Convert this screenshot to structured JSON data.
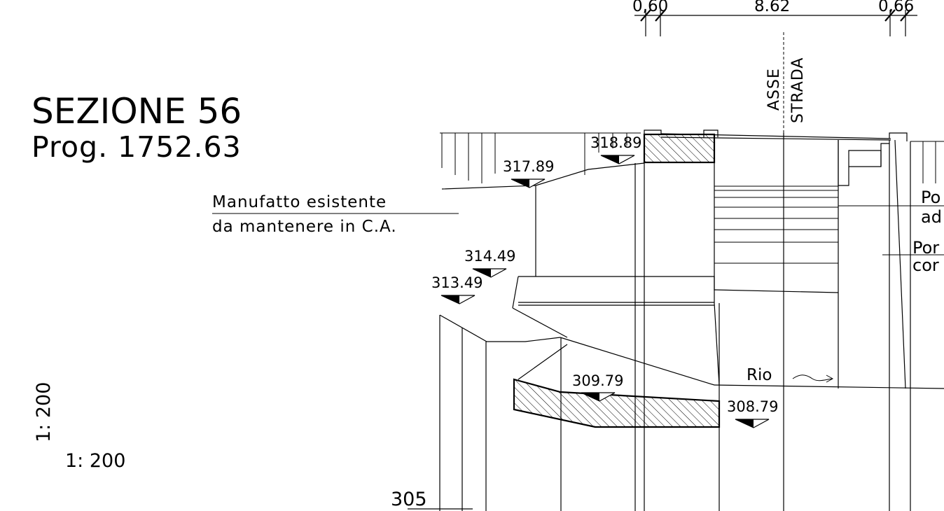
{
  "title": "SEZIONE 56",
  "progressive": "Prog. 1752.63",
  "note": {
    "line1": "Manufatto esistente",
    "line2": "da mantenere in C.A."
  },
  "dimensions": {
    "left": "0,60",
    "middle": "8.62",
    "right": "0,66"
  },
  "axis": {
    "line1": "ASSE",
    "line2": "STRADA"
  },
  "elevations": {
    "e318": "318.89",
    "e317": "317.89",
    "e314": "314.49",
    "e313": "313.49",
    "e309": "309.79",
    "e308": "308.79"
  },
  "river_label": "Rio",
  "datum": "305",
  "scale_vertical": "1: 200",
  "scale_horizontal": "1: 200",
  "right_labels": {
    "a1": "Po",
    "a2": "ad",
    "b1": "Por",
    "b2": "cor"
  },
  "colors": {
    "ink": "#000000",
    "background": "#ffffff"
  }
}
